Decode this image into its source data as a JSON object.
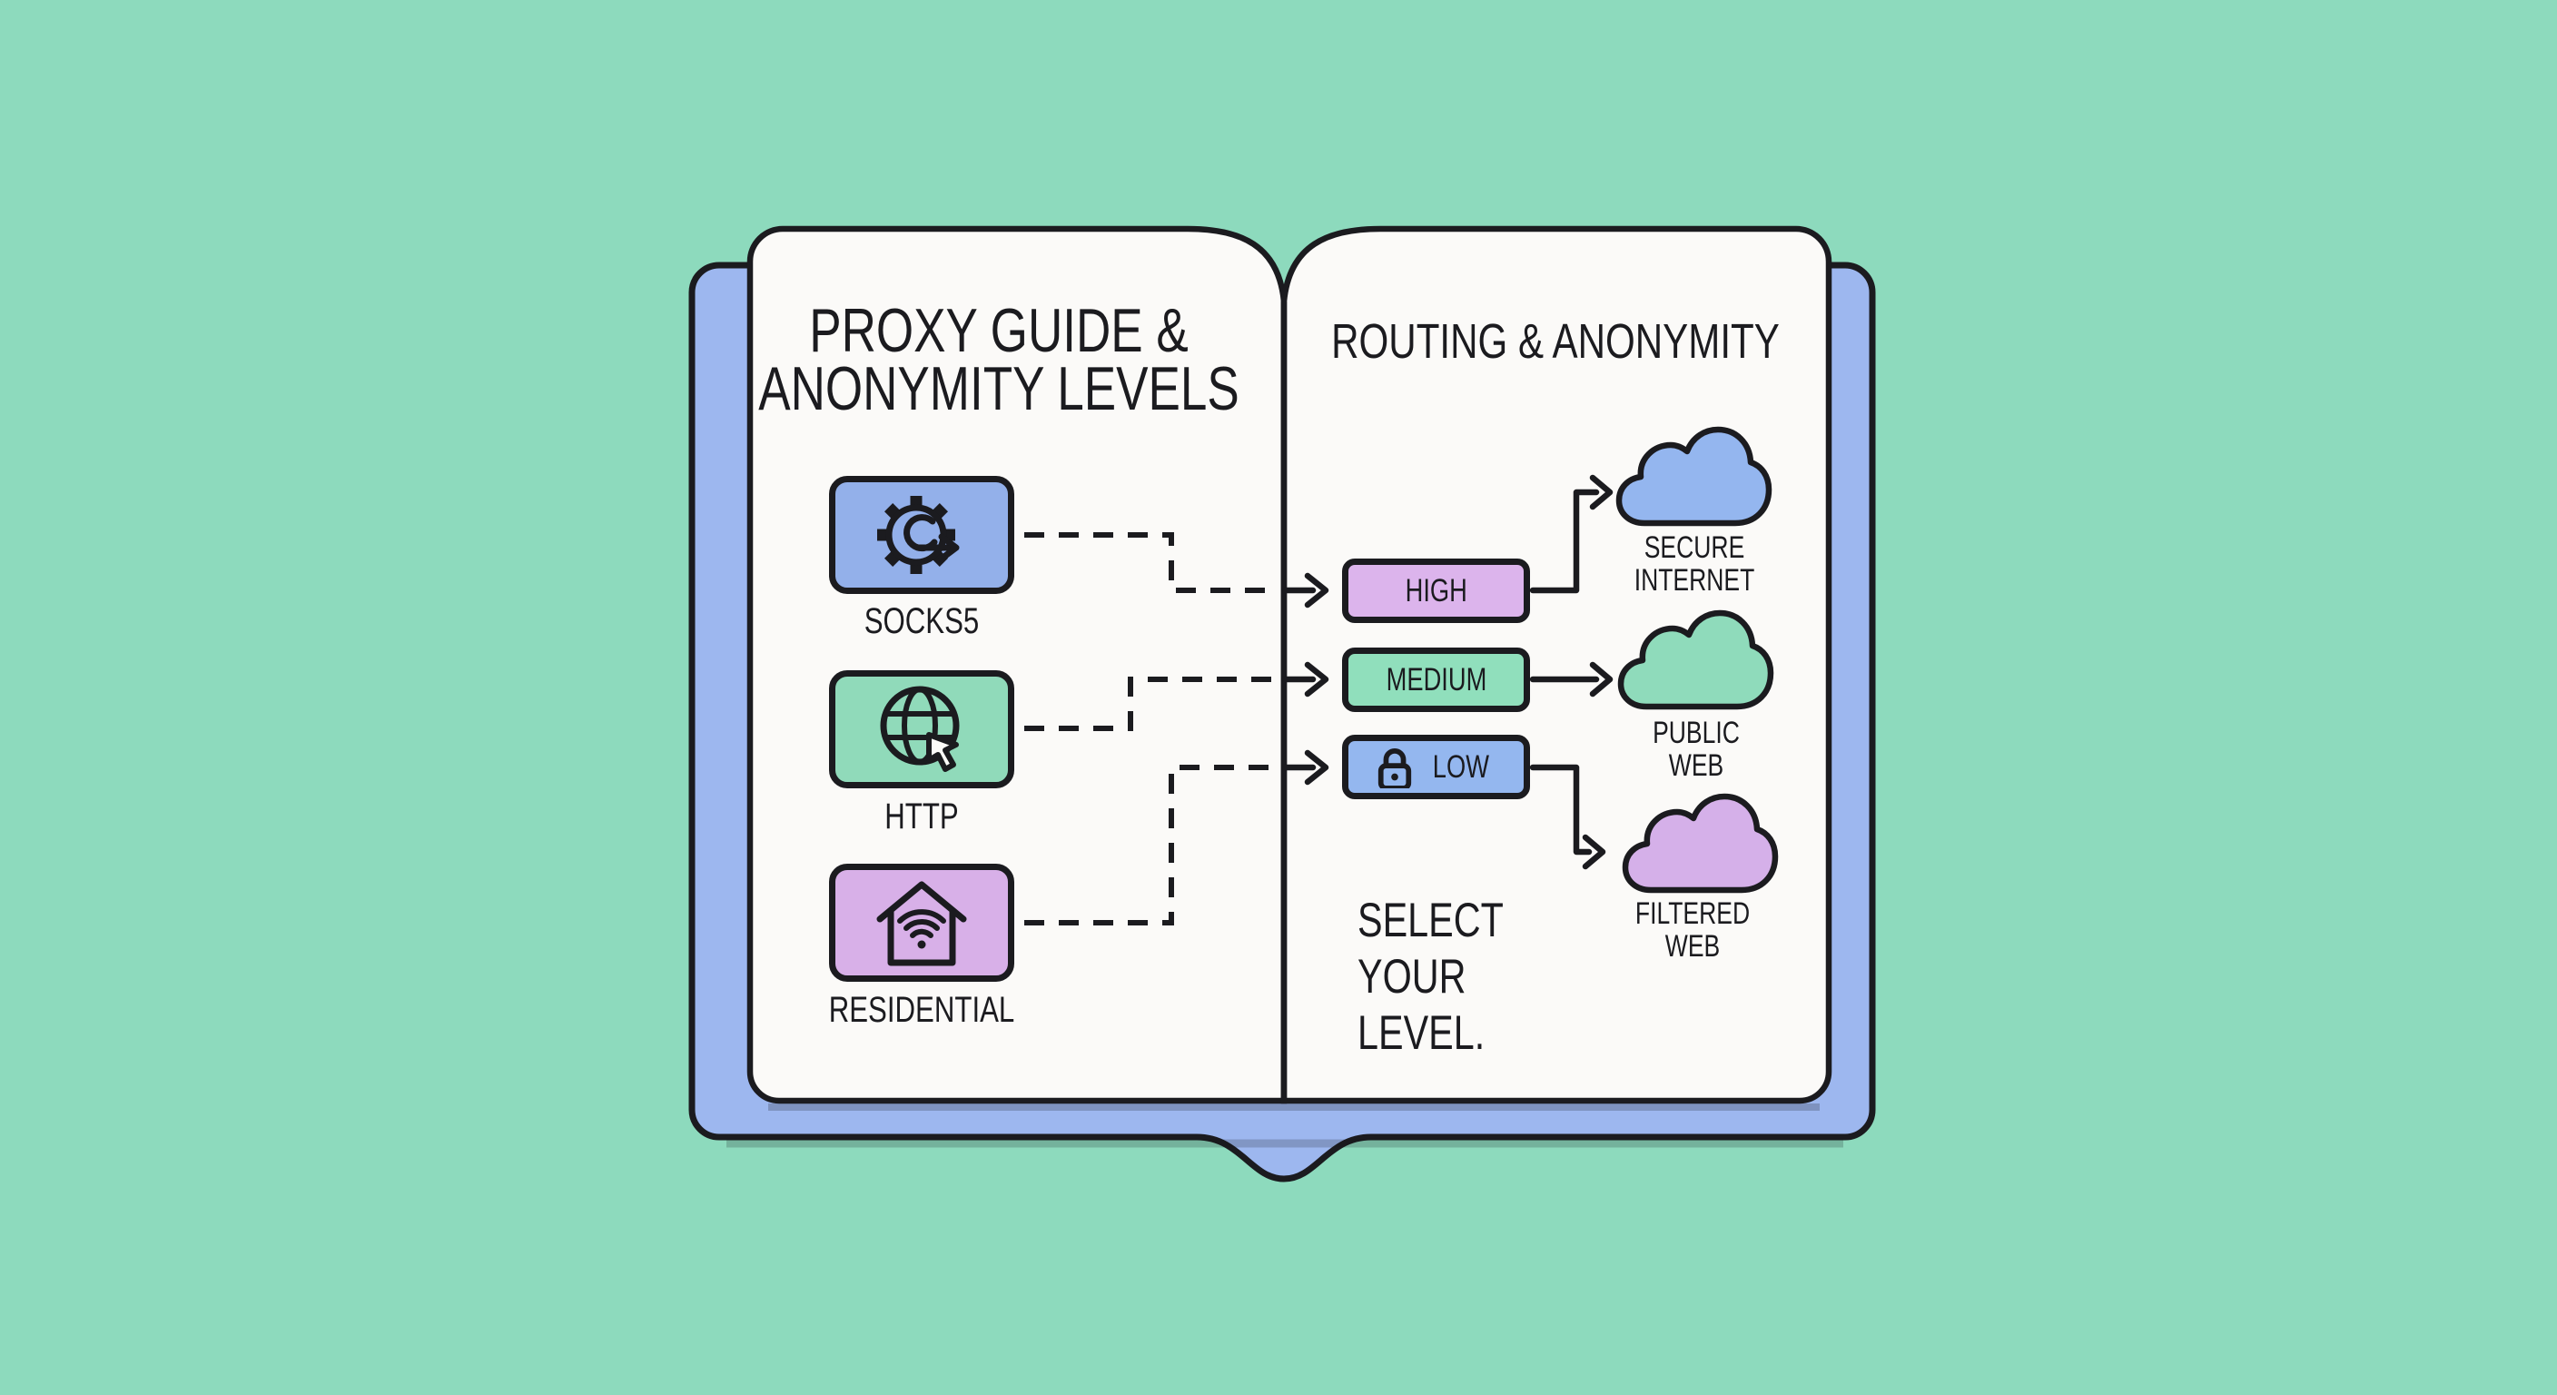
{
  "background_color": "#8DDABD",
  "book": {
    "cover_color": "#9DB7EF",
    "page_color": "#FBFAF8",
    "outline_color": "#1B1B1F"
  },
  "left_page": {
    "title": "PROXY GUIDE &\nANONYMITY LEVELS",
    "proxies": [
      {
        "label": "SOCKS5",
        "icon": "gear-sync-icon",
        "color": "#93B0EA"
      },
      {
        "label": "HTTP",
        "icon": "globe-cursor-icon",
        "color": "#90DABA"
      },
      {
        "label": "RESIDENTIAL",
        "icon": "house-wifi-icon",
        "color": "#D8B0E8"
      }
    ]
  },
  "right_page": {
    "title": "ROUTING & ANONYMITY",
    "levels": [
      {
        "label": "HIGH",
        "color": "#DCB4EC"
      },
      {
        "label": "MEDIUM",
        "color": "#90DFBC"
      },
      {
        "label": "LOW",
        "color": "#94B7EF",
        "icon": "lock-icon"
      }
    ],
    "destinations": [
      {
        "label": "SECURE\nINTERNET",
        "cloud_color": "#94B6EF"
      },
      {
        "label": "PUBLIC\nWEB",
        "cloud_color": "#8FDBBB"
      },
      {
        "label": "FILTERED\nWEB",
        "cloud_color": "#D5B0E9"
      }
    ],
    "note": "SELECT\nYOUR\nLEVEL."
  }
}
